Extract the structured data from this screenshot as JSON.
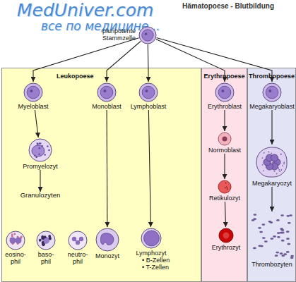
{
  "diagram": {
    "title": "Hämatopoese - Blutbildung",
    "nodes": [
      {
        "text": [
          "pluripotente Stammzelle"
        ]
      },
      {
        "text": [
          "Leukopoese"
        ]
      },
      {
        "text": [
          "Myeloblast"
        ],
        "in": 1
      },
      {
        "text": [
          "Monoblast"
        ],
        "in": 1
      },
      {
        "text": [
          "Lymphoblast"
        ],
        "in": 1
      },
      {
        "text": [
          "Promyelozyt"
        ],
        "in": 1
      },
      {
        "text": [
          "Granulozyten"
        ],
        "in": 1
      },
      {
        "text": [
          "eosino- phil"
        ],
        "in": 1
      },
      {
        "text": [
          "baso- phil"
        ],
        "in": 1
      },
      {
        "text": [
          "neutro- phil"
        ],
        "in": 1
      },
      {
        "text": [
          "Monozyt"
        ],
        "in": 1
      },
      {
        "text": [
          "Lymphozyt",
          "• B-Zellen",
          "• T-Zellen"
        ],
        "in": 1
      },
      {
        "text": [
          "Erythropoese"
        ]
      },
      {
        "text": [
          "Erythroblast"
        ],
        "in": 12
      },
      {
        "text": [
          "Normoblast"
        ],
        "in": 12
      },
      {
        "text": [
          "Retikulozyt"
        ],
        "in": 12
      },
      {
        "text": [
          "Erythrozyt"
        ],
        "in": 12
      },
      {
        "text": [
          "Thrombopoese"
        ]
      },
      {
        "text": [
          "Megakaryoblast"
        ],
        "in": 17
      },
      {
        "text": [
          "Megakaryozyt"
        ],
        "in": 17
      },
      {
        "text": [
          "Thrombozyten"
        ],
        "in": 17
      }
    ],
    "edges": [
      {
        "from": 0,
        "to": 2,
        "arrow": "to"
      },
      {
        "from": 0,
        "to": 3,
        "arrow": "to"
      },
      {
        "from": 0,
        "to": 4,
        "arrow": "to"
      },
      {
        "from": 0,
        "to": 13,
        "arrow": "to"
      },
      {
        "from": 0,
        "to": 18,
        "arrow": "to"
      },
      {
        "from": 2,
        "to": 5,
        "arrow": "to"
      },
      {
        "from": 5,
        "to": 6,
        "arrow": "to"
      },
      {
        "from": 3,
        "to": 10,
        "arrow": "to"
      },
      {
        "from": 4,
        "to": 11,
        "arrow": "to"
      },
      {
        "from": 13,
        "to": 14,
        "arrow": "to"
      },
      {
        "from": 14,
        "to": 15,
        "arrow": "to"
      },
      {
        "from": 15,
        "to": 16,
        "arrow": "to"
      },
      {
        "from": 18,
        "to": 19,
        "arrow": "to"
      },
      {
        "from": 19,
        "to": 20,
        "arrow": "to"
      }
    ],
    "labels": [
      "MedUniver.com",
      "все по медицине..."
    ]
  }
}
